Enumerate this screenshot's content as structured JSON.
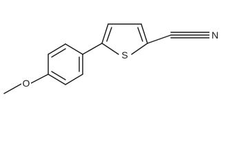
{
  "molecule": {
    "atoms": {
      "sulfur": "S",
      "nitrogen": "N",
      "oxygen": "O"
    }
  }
}
